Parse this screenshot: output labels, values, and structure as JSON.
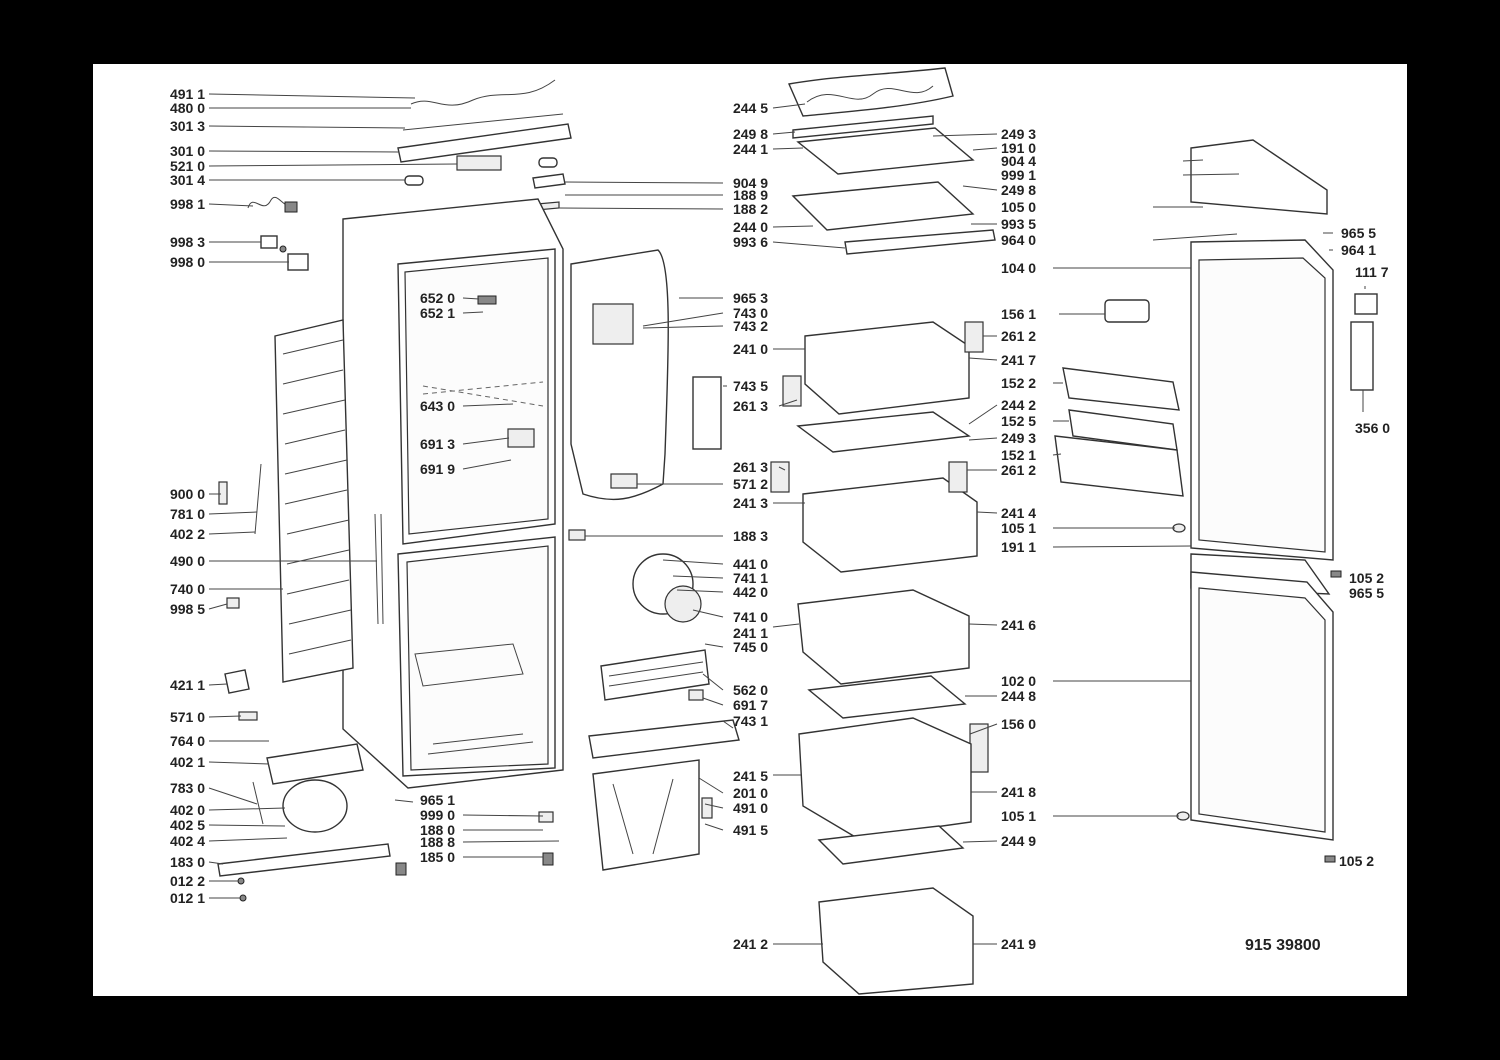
{
  "diagram": {
    "reference": "915 39800",
    "labels_left": [
      "491 1",
      "480 0",
      "301 3",
      "301 0",
      "521 0",
      "301 4",
      "998 1",
      "998 3",
      "998 0",
      "652 0",
      "652 1",
      "643 0",
      "691 3",
      "691 9",
      "900 0",
      "781 0",
      "402 2",
      "490 0",
      "740 0",
      "998 5",
      "421 1",
      "571 0",
      "764 0",
      "402 1",
      "783 0",
      "402 0",
      "402 5",
      "402 4",
      "183 0",
      "012 2",
      "012 1",
      "965 1",
      "999 0",
      "188 0",
      "188 8",
      "185 0"
    ],
    "labels_middle": [
      "904 9",
      "188 9",
      "188 2",
      "965 3",
      "743 0",
      "743 2",
      "743 5",
      "261 3",
      "261 3",
      "571 2",
      "188 3",
      "441 0",
      "741 1",
      "442 0",
      "741 0",
      "241 1",
      "745 0",
      "562 0",
      "691 7",
      "743 1",
      "241 5",
      "201 0",
      "491 0",
      "491 5",
      "244 5",
      "249 8",
      "244 1",
      "244 0",
      "993 6",
      "241 0",
      "241 3",
      "241 2"
    ],
    "labels_right": [
      "249 3",
      "191 0",
      "904 4",
      "999 1",
      "249 8",
      "105 0",
      "993 5",
      "964 0",
      "156 1",
      "261 2",
      "241 7",
      "152 2",
      "244 2",
      "152 5",
      "249 3",
      "152 1",
      "261 2",
      "241 4",
      "105 1",
      "191 1",
      "241 6",
      "102 0",
      "244 8",
      "156 0",
      "241 8",
      "105 1",
      "244 9",
      "241 9",
      "965 5",
      "964 1",
      "104 0",
      "111 7",
      "356 0",
      "105 2",
      "965 5",
      "105 2"
    ]
  }
}
